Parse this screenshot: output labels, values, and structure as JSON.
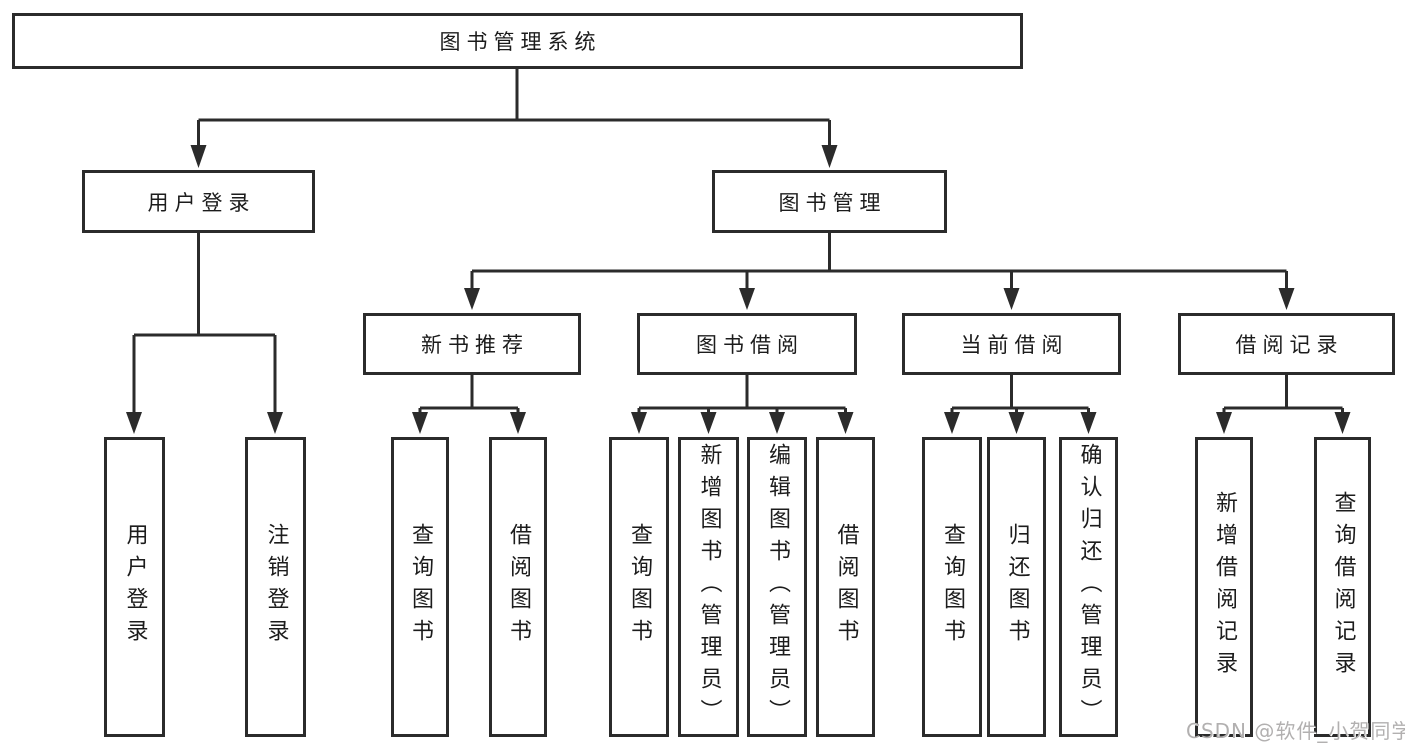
{
  "diagram": {
    "root": {
      "label": "图书管理系统"
    },
    "level2": [
      {
        "label": "用户登录"
      },
      {
        "label": "图书管理"
      }
    ],
    "level3": [
      {
        "label": "新书推荐"
      },
      {
        "label": "图书借阅"
      },
      {
        "label": "当前借阅"
      },
      {
        "label": "借阅记录"
      }
    ],
    "leaves": {
      "user_login": [
        {
          "label": "用户登录"
        },
        {
          "label": "注销登录"
        }
      ],
      "new_books": [
        {
          "label": "查询图书"
        },
        {
          "label": "借阅图书"
        }
      ],
      "book_borrow": [
        {
          "label": "查询图书"
        },
        {
          "label": "新增图书（管理员）"
        },
        {
          "label": "编辑图书（管理员）"
        },
        {
          "label": "借阅图书"
        }
      ],
      "current_borrow": [
        {
          "label": "查询图书"
        },
        {
          "label": "归还图书"
        },
        {
          "label": "确认归还（管理员）"
        }
      ],
      "borrow_records": [
        {
          "label": "新增借阅记录"
        },
        {
          "label": "查询借阅记录"
        }
      ]
    },
    "watermark": "CSDN @软件_小贺同学",
    "colors": {
      "line": "#2b2b2b",
      "box_border": "#2b2b2b",
      "text": "#1c1c1c",
      "watermark": "#b2b0b0",
      "background": "#ffffff"
    }
  }
}
